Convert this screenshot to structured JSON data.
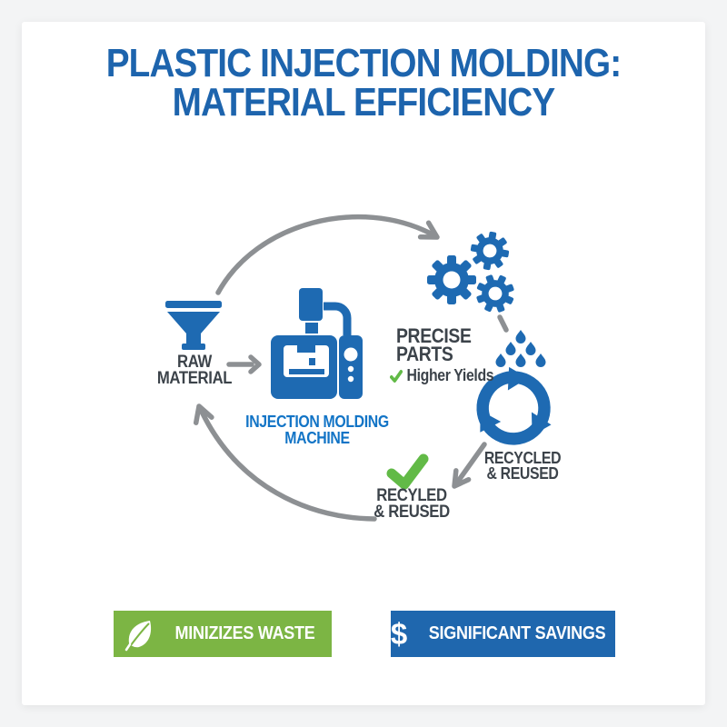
{
  "title": {
    "line1": "PLASTIC INJECTION MOLDING:",
    "line2": "MATERIAL EFFICIENCY"
  },
  "diagram": {
    "raw_material": {
      "line1": "RAW",
      "line2": "MATERIAL",
      "icon": "funnel-icon"
    },
    "machine": {
      "line1": "INJECTION MOLDING",
      "line2": "MACHINE",
      "icon": "injection-molding-machine-icon"
    },
    "precise_parts": {
      "line1": "PRECISE",
      "line2": "PARTS",
      "bullet": "Higher Yields",
      "icon": "gears-icon",
      "bullet_icon": "check-icon"
    },
    "recycled_right": {
      "line1": "RECYCLED",
      "line2": "& REUSED",
      "icons": [
        "droplets-icon",
        "recycle-icon"
      ]
    },
    "recycled_bottom": {
      "line1": "RECYLED",
      "line2": "& REUSED",
      "icon": "check-icon"
    }
  },
  "badges": {
    "minimizes_waste": {
      "label": "MINIZIZES WASTE",
      "icon": "leaf-icon",
      "bg": "#7cb544"
    },
    "significant_savings": {
      "label": "SIGNIFICANT SAVINGS",
      "icon": "dollar-icon",
      "dollar_sign": "$",
      "bg": "#1f67ae"
    }
  },
  "colors": {
    "primary_blue": "#1e6ab2",
    "title_blue": "#1d64ad",
    "machine_label_blue": "#1274c6",
    "dark_text": "#3c434a",
    "arrow_gray": "#8d9093",
    "badge_green": "#7cb544",
    "check_green": "#62ba47",
    "badge_blue": "#1f67ae",
    "card_bg": "#ffffff",
    "page_bg": "#f3f4f5"
  }
}
